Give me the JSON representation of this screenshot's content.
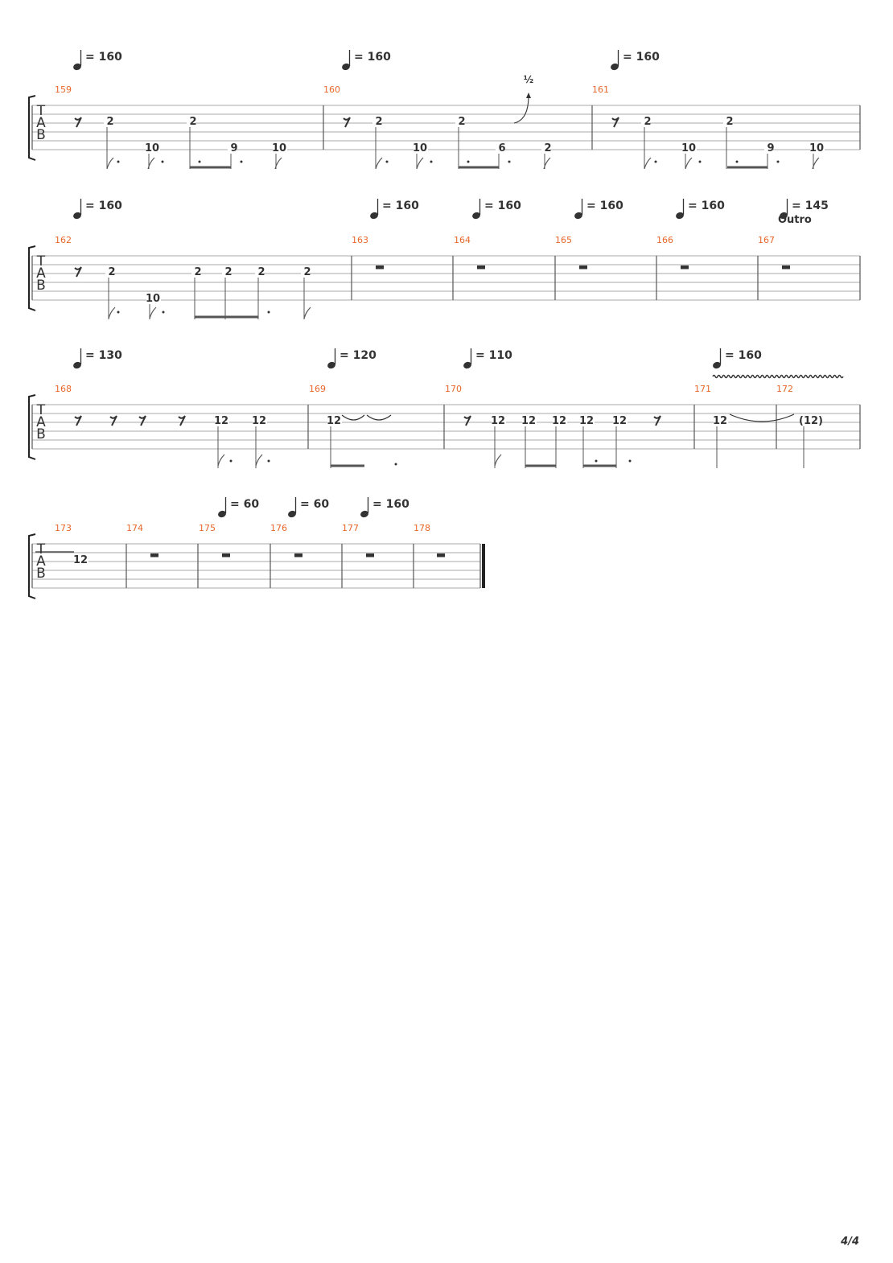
{
  "page_number": "4/4",
  "tempo_prefix": "=",
  "section_label": "Outro",
  "bend_label": "½",
  "tab_letters": [
    "T",
    "A",
    "B"
  ],
  "colors": {
    "measure_number": "#e8672b",
    "text": "#333333",
    "staff_line": "#aaaaaa",
    "barline": "#555555",
    "stem": "#555555"
  },
  "systems": [
    {
      "tempos": [
        "160",
        "160",
        "160"
      ],
      "measures": [
        {
          "number": "159",
          "frets": [
            "2",
            "10",
            "2",
            "9",
            "10"
          ]
        },
        {
          "number": "160",
          "frets": [
            "2",
            "10",
            "2",
            "6",
            "2"
          ]
        },
        {
          "number": "161",
          "frets": [
            "2",
            "10",
            "2",
            "9",
            "10"
          ]
        }
      ]
    },
    {
      "tempos": [
        "160",
        "160",
        "160",
        "160",
        "160",
        "145"
      ],
      "measures": [
        {
          "number": "162",
          "frets": [
            "2",
            "10",
            "2",
            "2",
            "2",
            "2"
          ]
        },
        {
          "number": "163",
          "frets": []
        },
        {
          "number": "164",
          "frets": []
        },
        {
          "number": "165",
          "frets": []
        },
        {
          "number": "166",
          "frets": []
        },
        {
          "number": "167",
          "frets": []
        }
      ]
    },
    {
      "tempos": [
        "130",
        "120",
        "110",
        "160"
      ],
      "measures": [
        {
          "number": "168",
          "frets": [
            "12",
            "12"
          ]
        },
        {
          "number": "169",
          "frets": [
            "12"
          ]
        },
        {
          "number": "170",
          "frets": [
            "12",
            "12",
            "12",
            "12",
            "12"
          ]
        },
        {
          "number": "171",
          "frets": [
            "12"
          ]
        },
        {
          "number": "172",
          "frets": [
            "(12)"
          ]
        }
      ]
    },
    {
      "tempos": [
        "60",
        "60",
        "160"
      ],
      "measures": [
        {
          "number": "173",
          "frets": [
            "12"
          ]
        },
        {
          "number": "174",
          "frets": []
        },
        {
          "number": "175",
          "frets": []
        },
        {
          "number": "176",
          "frets": []
        },
        {
          "number": "177",
          "frets": []
        },
        {
          "number": "178",
          "frets": []
        }
      ]
    }
  ]
}
